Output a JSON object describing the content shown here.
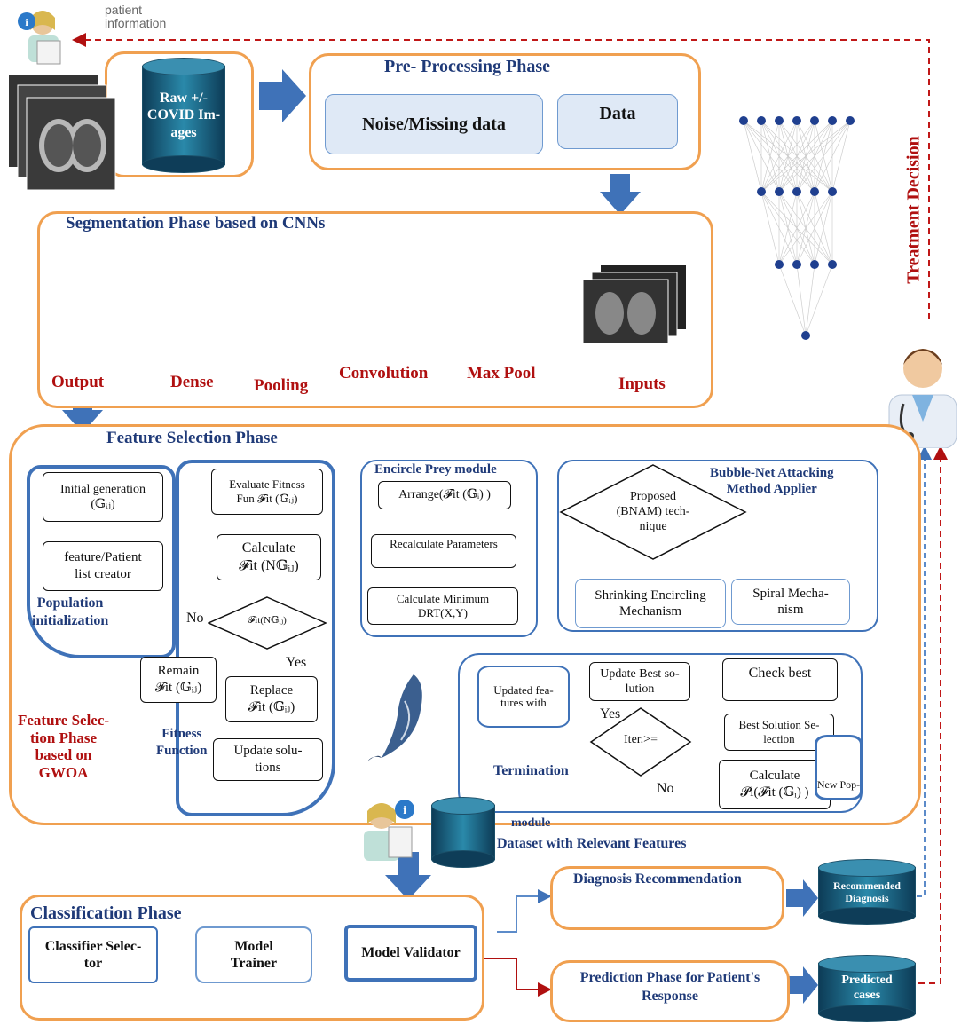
{
  "top": {
    "patient_info": "patient\ninformation",
    "raw_images": "Raw +/-\nCOVID Im-\nages",
    "treatment_decision": "Treatment Decision"
  },
  "preprocessing": {
    "title": "Pre- Processing Phase",
    "noise": "Noise/Missing data",
    "data": "Data"
  },
  "segmentation": {
    "title": "Segmentation Phase based on CNNs",
    "labels": [
      "Output",
      "Dense",
      "Pooling",
      "Convolution",
      "Max Pool",
      "Inputs"
    ]
  },
  "feature_selection": {
    "title": "Feature Selection Phase",
    "side_label": "Feature Selec-\ntion Phase\nbased on\nGWOA",
    "population": {
      "initial": "Initial generation\n(𝔾ᵢⱼ)",
      "creator": "feature/Patient\nlist creator",
      "label": "Population\ninitialization"
    },
    "fitness": {
      "evaluate": "Evaluate Fitness\nFun 𝓕it (𝔾ᵢⱼ)",
      "calculate": "Calculate\n𝓕it (N𝔾ᵢⱼ)",
      "decision": "𝓕it(N𝔾ᵢⱼ)",
      "no": "No",
      "yes": "Yes",
      "remain": "Remain\n𝓕it (𝔾ᵢⱼ)",
      "replace": "Replace\n𝓕it (𝔾ᵢⱼ)",
      "update": "Update solu-\ntions",
      "label": "Fitness\nFunction"
    },
    "encircle": {
      "title": "Encircle Prey module",
      "arrange": "Arrange(𝓕it (𝔾ᵢ) )",
      "recalc": "Recalculate Parameters",
      "minimum": "Calculate Minimum\nDRT(X,Y)"
    },
    "bubble": {
      "title": "Bubble-Net Attacking\nMethod Applier",
      "technique": "Proposed\n(BNAM) tech-\nnique",
      "shrinking": "Shrinking Encircling\nMechanism",
      "spiral": "Spiral Mecha-\nnism"
    },
    "termination": {
      "label": "Termination",
      "update_best": "Update Best so-\nlution",
      "yes": "Yes",
      "no": "No",
      "iter": "Iter.>=",
      "updated_features": "Updated fea-\ntures with",
      "check_best": "Check best",
      "best_selection": "Best Solution Se-\nlection",
      "calculate_pi": "Calculate\n𝓟i(𝓕it (𝔾ᵢ) )",
      "new_pop": "New Pop-",
      "module": "module"
    }
  },
  "dataset": {
    "label": "Dataset with Relevant Features"
  },
  "classification": {
    "title": "Classification Phase",
    "selector": "Classifier Selec-\ntor",
    "trainer": "Model\nTrainer",
    "validator": "Model Validator"
  },
  "diagnosis": {
    "recommendation": "Diagnosis Recommendation",
    "recommended": "Recommended\nDiagnosis"
  },
  "prediction": {
    "phase": "Prediction Phase for Patient's\nResponse",
    "cases": "Predicted\ncases"
  }
}
